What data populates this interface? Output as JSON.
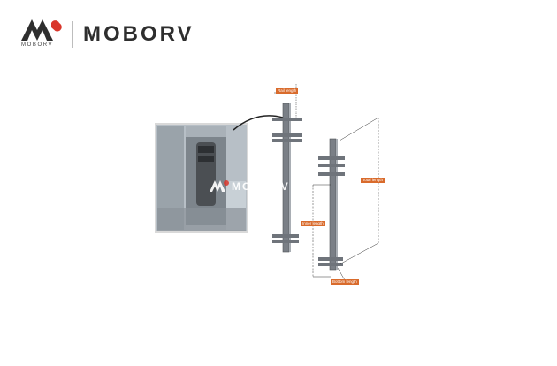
{
  "brand": {
    "name": "MOBORV",
    "sub_label": "MOBORV"
  },
  "watermark": {
    "text": "MOBORV"
  },
  "callouts": {
    "top": "Rail length",
    "right": "Total length",
    "middle": "Inner length",
    "bottom": "Bottom length"
  },
  "colors": {
    "brand_red": "#d9362b",
    "brand_dark": "#2e2e2e",
    "callout_orange": "#d96b2c"
  }
}
